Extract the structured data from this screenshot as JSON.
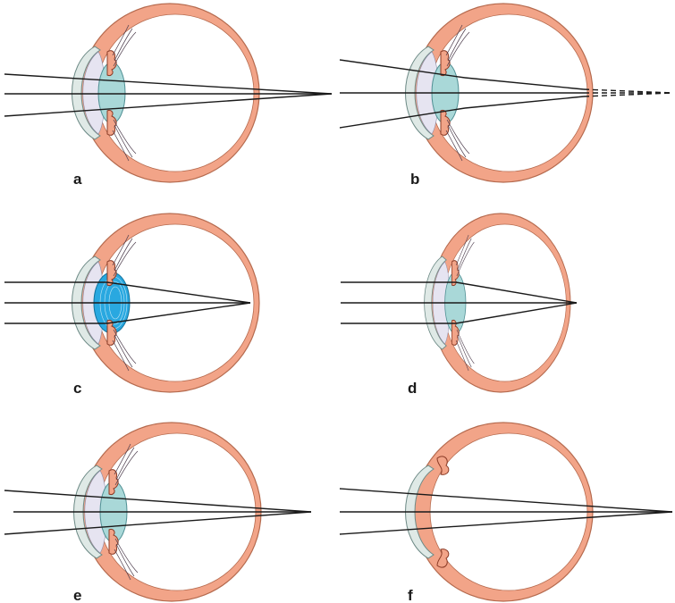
{
  "panels": [
    {
      "label": "a"
    },
    {
      "label": "b"
    },
    {
      "label": "c"
    },
    {
      "label": "d"
    },
    {
      "label": "e"
    },
    {
      "label": "f"
    }
  ],
  "colors": {
    "sclera": "#f2a488",
    "sclera_edge": "#b56a4e",
    "lens": "#a9d8d8",
    "lens_accommodated": "#29a8e0",
    "cornea": "#dfe9e6",
    "anterior_chamber": "#e6e4f1",
    "ray": "#1a1a1a"
  }
}
